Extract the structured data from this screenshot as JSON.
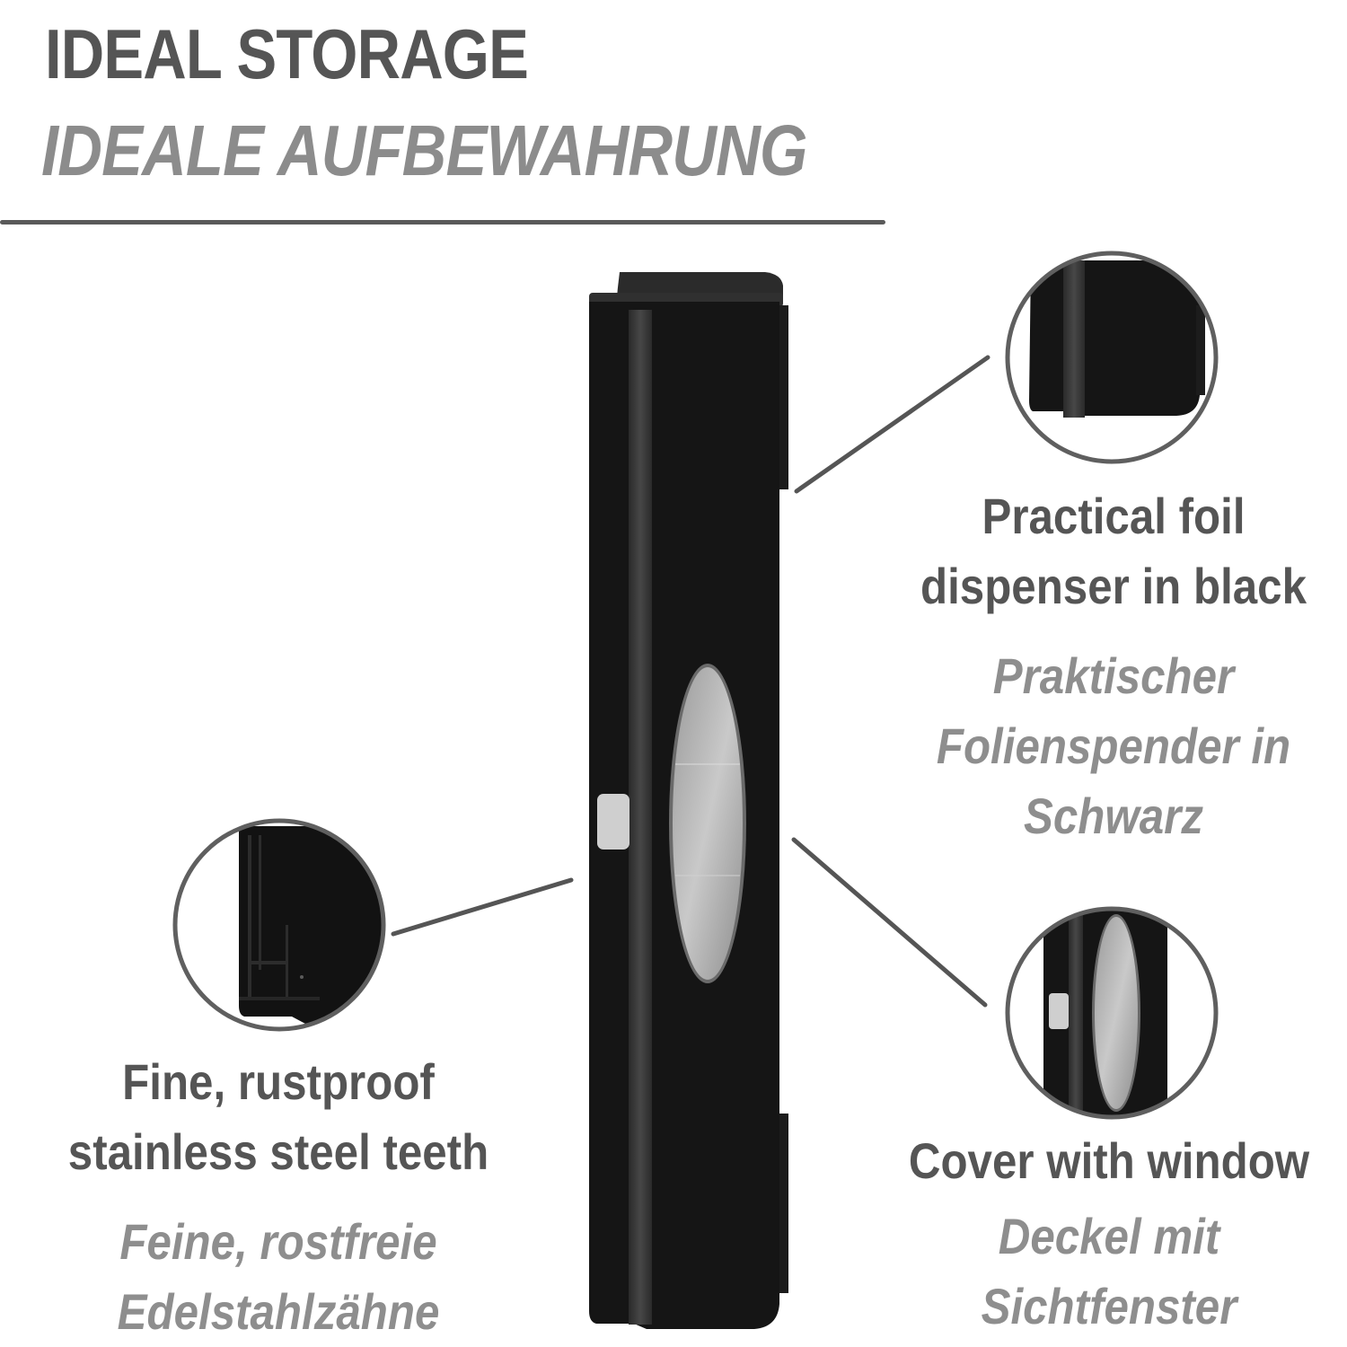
{
  "header": {
    "title_en": "IDEAL STORAGE",
    "title_de": "IDEALE AUFBEWAHRUNG"
  },
  "product": {
    "name": "foil dispenser",
    "body_color": "#141414",
    "window_color": "#b8b8b8"
  },
  "callouts": [
    {
      "id": "dispenser",
      "en_lines": [
        "Practical foil",
        "dispenser in black"
      ],
      "de_lines": [
        "Praktischer",
        "Folienspender in",
        "Schwarz"
      ]
    },
    {
      "id": "teeth",
      "en_lines": [
        "Fine, rustproof",
        "stainless steel teeth"
      ],
      "de_lines": [
        "Feine, rostfreie",
        "Edelstahlzähne"
      ]
    },
    {
      "id": "cover",
      "en_lines": [
        "Cover with window"
      ],
      "de_lines": [
        "Deckel mit",
        "Sichtfenster"
      ]
    }
  ],
  "colors": {
    "heading_dark": "#555555",
    "heading_light": "#8c8c8c",
    "line": "#5a5a5a",
    "circle_stroke": "#5f5f5f"
  }
}
